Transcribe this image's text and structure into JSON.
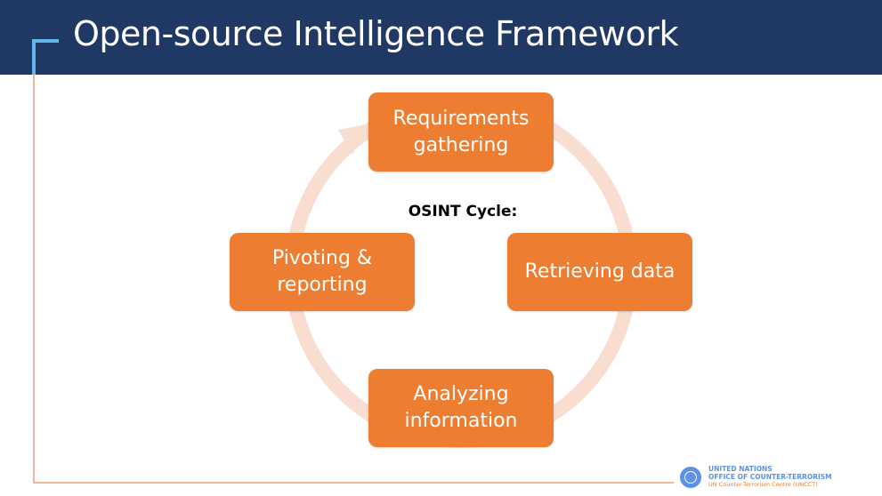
{
  "slide": {
    "title": "Open-source Intelligence Framework"
  },
  "cycle": {
    "label": "OSINT Cycle:",
    "steps": [
      "Requirements\ngathering",
      "Retrieving data",
      "Analyzing\ninformation",
      "Pivoting &\nreporting"
    ]
  },
  "logo": {
    "line1": "UNITED NATIONS",
    "line2": "OFFICE OF COUNTER-TERRORISM",
    "line3": "UN Counter-Terrorism Centre (UNCCT)",
    "icon": "un-emblem-icon"
  },
  "colors": {
    "header": "#1f3864",
    "accent": "#ed7d31",
    "bracket": "#5fb8e8",
    "ring": "#f8ddd0"
  }
}
